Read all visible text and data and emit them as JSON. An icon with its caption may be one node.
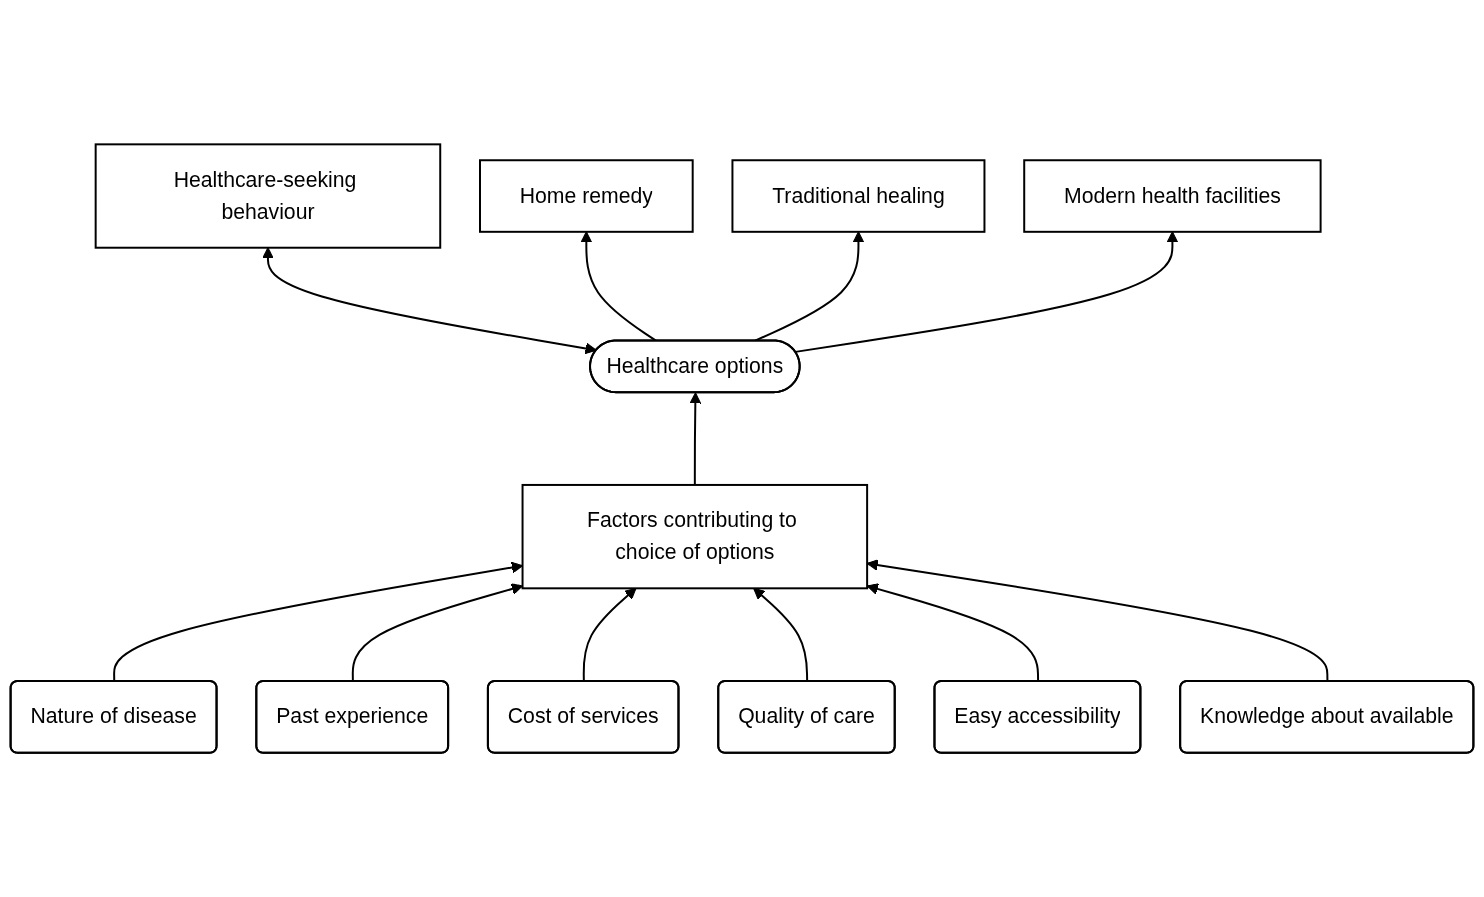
{
  "diagram": {
    "nodes": [
      {
        "text": [
          "Healthcare-seeking behaviour"
        ]
      },
      {
        "text": [
          "Factors contributing to choice of options"
        ]
      },
      {
        "text": [
          "Healthcare options"
        ]
      },
      {
        "text": [
          "Home remedy"
        ]
      },
      {
        "text": [
          "Traditional healing"
        ]
      },
      {
        "text": [
          "Modern health facilities"
        ]
      },
      {
        "text": [
          "Nature of disease"
        ]
      },
      {
        "text": [
          "Past experience"
        ]
      },
      {
        "text": [
          "Cost of services"
        ]
      },
      {
        "text": [
          "Quality of care"
        ]
      },
      {
        "text": [
          "Easy accessibility"
        ]
      },
      {
        "text": [
          "Knowledge about available"
        ]
      }
    ],
    "edges": [
      {
        "from": 0,
        "to": 2,
        "arrow": "both"
      },
      {
        "from": 1,
        "to": 2,
        "arrow": "to"
      },
      {
        "from": 2,
        "to": 3,
        "arrow": "to"
      },
      {
        "from": 2,
        "to": 4,
        "arrow": "to"
      },
      {
        "from": 2,
        "to": 5,
        "arrow": "to"
      },
      {
        "from": 6,
        "to": 1,
        "arrow": "to"
      },
      {
        "from": 7,
        "to": 1,
        "arrow": "to"
      },
      {
        "from": 8,
        "to": 1,
        "arrow": "to"
      },
      {
        "from": 9,
        "to": 1,
        "arrow": "to"
      },
      {
        "from": 10,
        "to": 1,
        "arrow": "to"
      },
      {
        "from": 11,
        "to": 1,
        "arrow": "to"
      }
    ]
  }
}
